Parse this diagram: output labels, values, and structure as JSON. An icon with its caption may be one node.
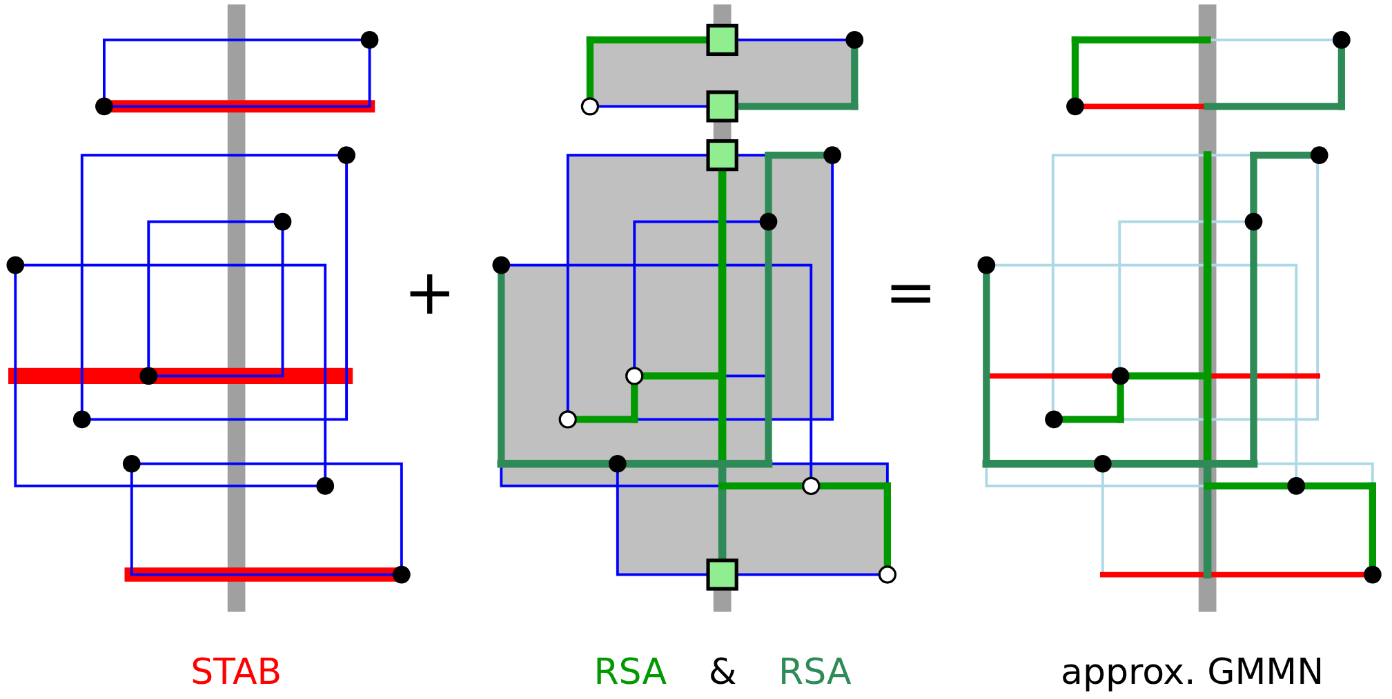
{
  "diagram": {
    "labels": [
      "+",
      "=",
      "STAB",
      "RSA",
      "&",
      "RSA",
      "approx. GMMN"
    ]
  }
}
